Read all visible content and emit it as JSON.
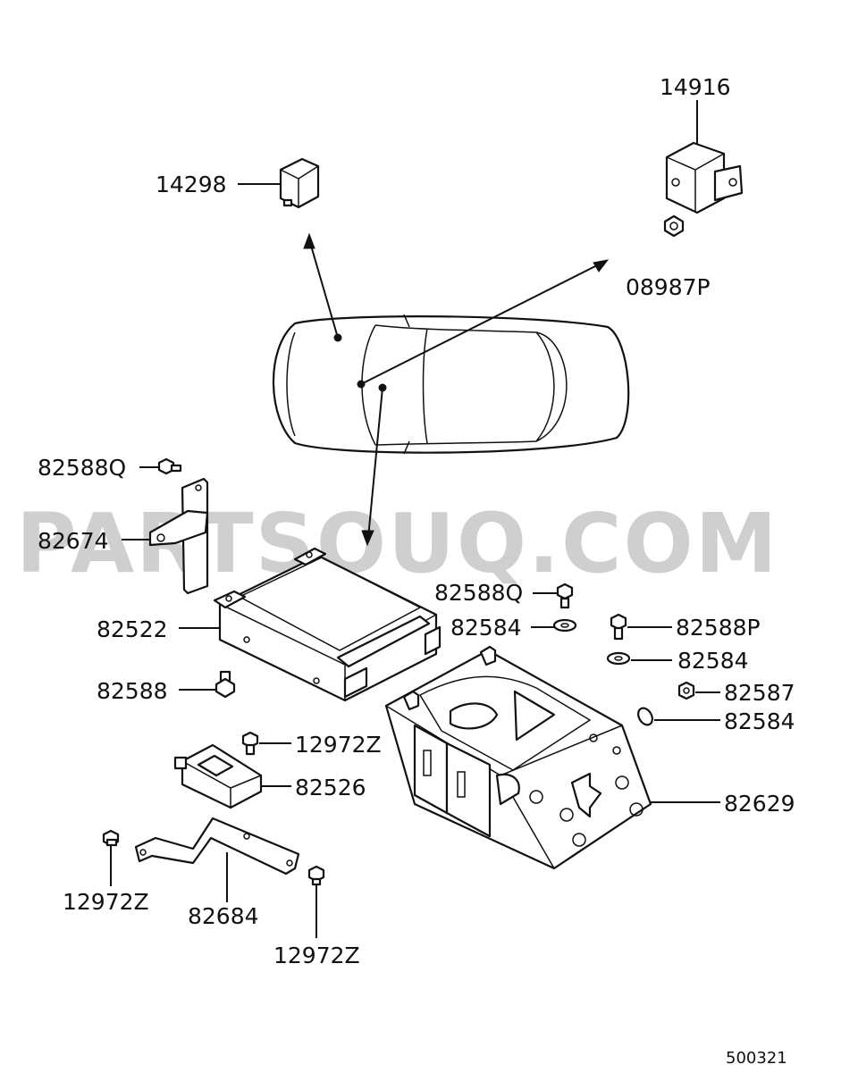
{
  "watermark": "PARTSOUQ.COM",
  "diagram_number": "500321",
  "labels": {
    "p14916": "14916",
    "p14298": "14298",
    "p08987P": "08987P",
    "p82588Q_top": "82588Q",
    "p82674": "82674",
    "p82588Q_mid": "82588Q",
    "p82584_a": "82584",
    "p82588P": "82588P",
    "p82584_b": "82584",
    "p82522": "82522",
    "p82588": "82588",
    "p82587": "82587",
    "p82584_c": "82584",
    "p12972Z_a": "12972Z",
    "p82526": "82526",
    "p82629": "82629",
    "p12972Z_b": "12972Z",
    "p82684": "82684",
    "p12972Z_c": "12972Z"
  }
}
